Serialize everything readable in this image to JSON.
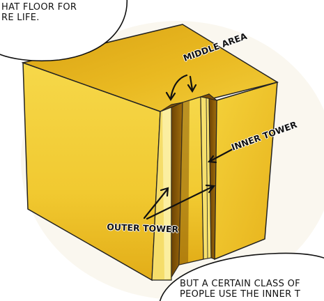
{
  "speech_bubbles": {
    "top": {
      "lines": [
        "HAT FLOOR FOR",
        "RE LIFE."
      ]
    },
    "bottom": {
      "lines": [
        "BUT A CERTAIN CLASS OF",
        "PEOPLE USE THE INNER T"
      ]
    }
  },
  "labels": {
    "middle_area": "MIDDLE AREA",
    "inner_tower": "INNER TOWER",
    "outer_tower": "OUTER TOWER"
  },
  "colors": {
    "gold_top": "#e8b51c",
    "gold_front": "#f3cf3a",
    "gold_side": "#f0c62c",
    "gold_dark": "#8a5a06",
    "outline": "#222222"
  }
}
